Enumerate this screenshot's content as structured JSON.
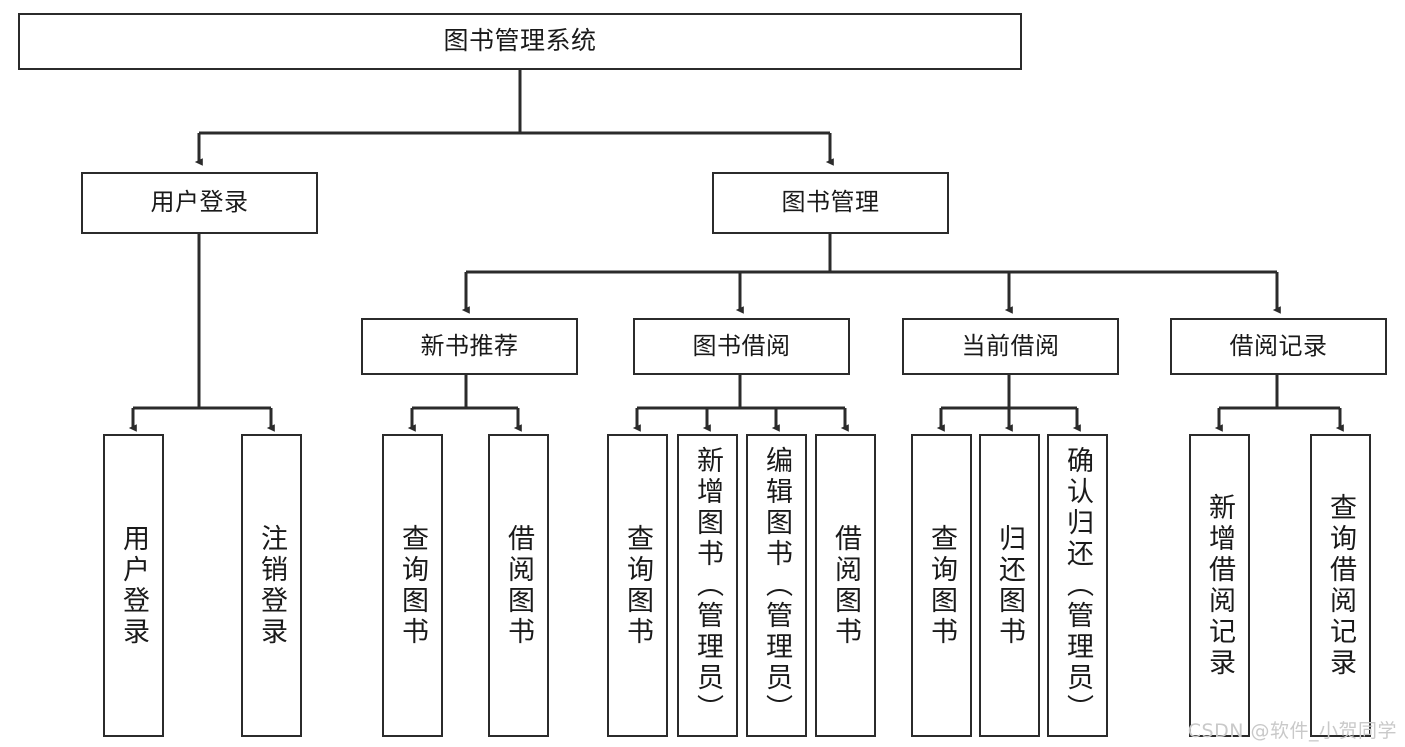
{
  "diagram": {
    "type": "hierarchy-tree",
    "title": "图书管理系统",
    "background": "#ffffff",
    "line_color": "#2b2b2b",
    "box_border_color": "#2b2b2b",
    "text_color": "#1a1a1a",
    "watermark": "CSDN @软件_小贺同学",
    "watermark_color": "#c9c9c9"
  },
  "nodes": {
    "root": {
      "label": "图书管理系统"
    },
    "level2": [
      {
        "label": "用户登录"
      },
      {
        "label": "图书管理"
      }
    ],
    "level3": [
      {
        "label": "新书推荐"
      },
      {
        "label": "图书借阅"
      },
      {
        "label": "当前借阅"
      },
      {
        "label": "借阅记录"
      }
    ],
    "leaves": {
      "user_login": [
        {
          "label": "用户登录"
        },
        {
          "label": "注销登录"
        }
      ],
      "new_books": [
        {
          "label": "查询图书"
        },
        {
          "label": "借阅图书"
        }
      ],
      "book_borrow": [
        {
          "label": "查询图书"
        },
        {
          "label": "新增图书（管理员）"
        },
        {
          "label": "编辑图书（管理员）"
        },
        {
          "label": "借阅图书"
        }
      ],
      "current_borrow": [
        {
          "label": "查询图书"
        },
        {
          "label": "归还图书"
        },
        {
          "label": "确认归还（管理员）"
        }
      ],
      "borrow_records": [
        {
          "label": "新增借阅记录"
        },
        {
          "label": "查询借阅记录"
        }
      ]
    }
  }
}
